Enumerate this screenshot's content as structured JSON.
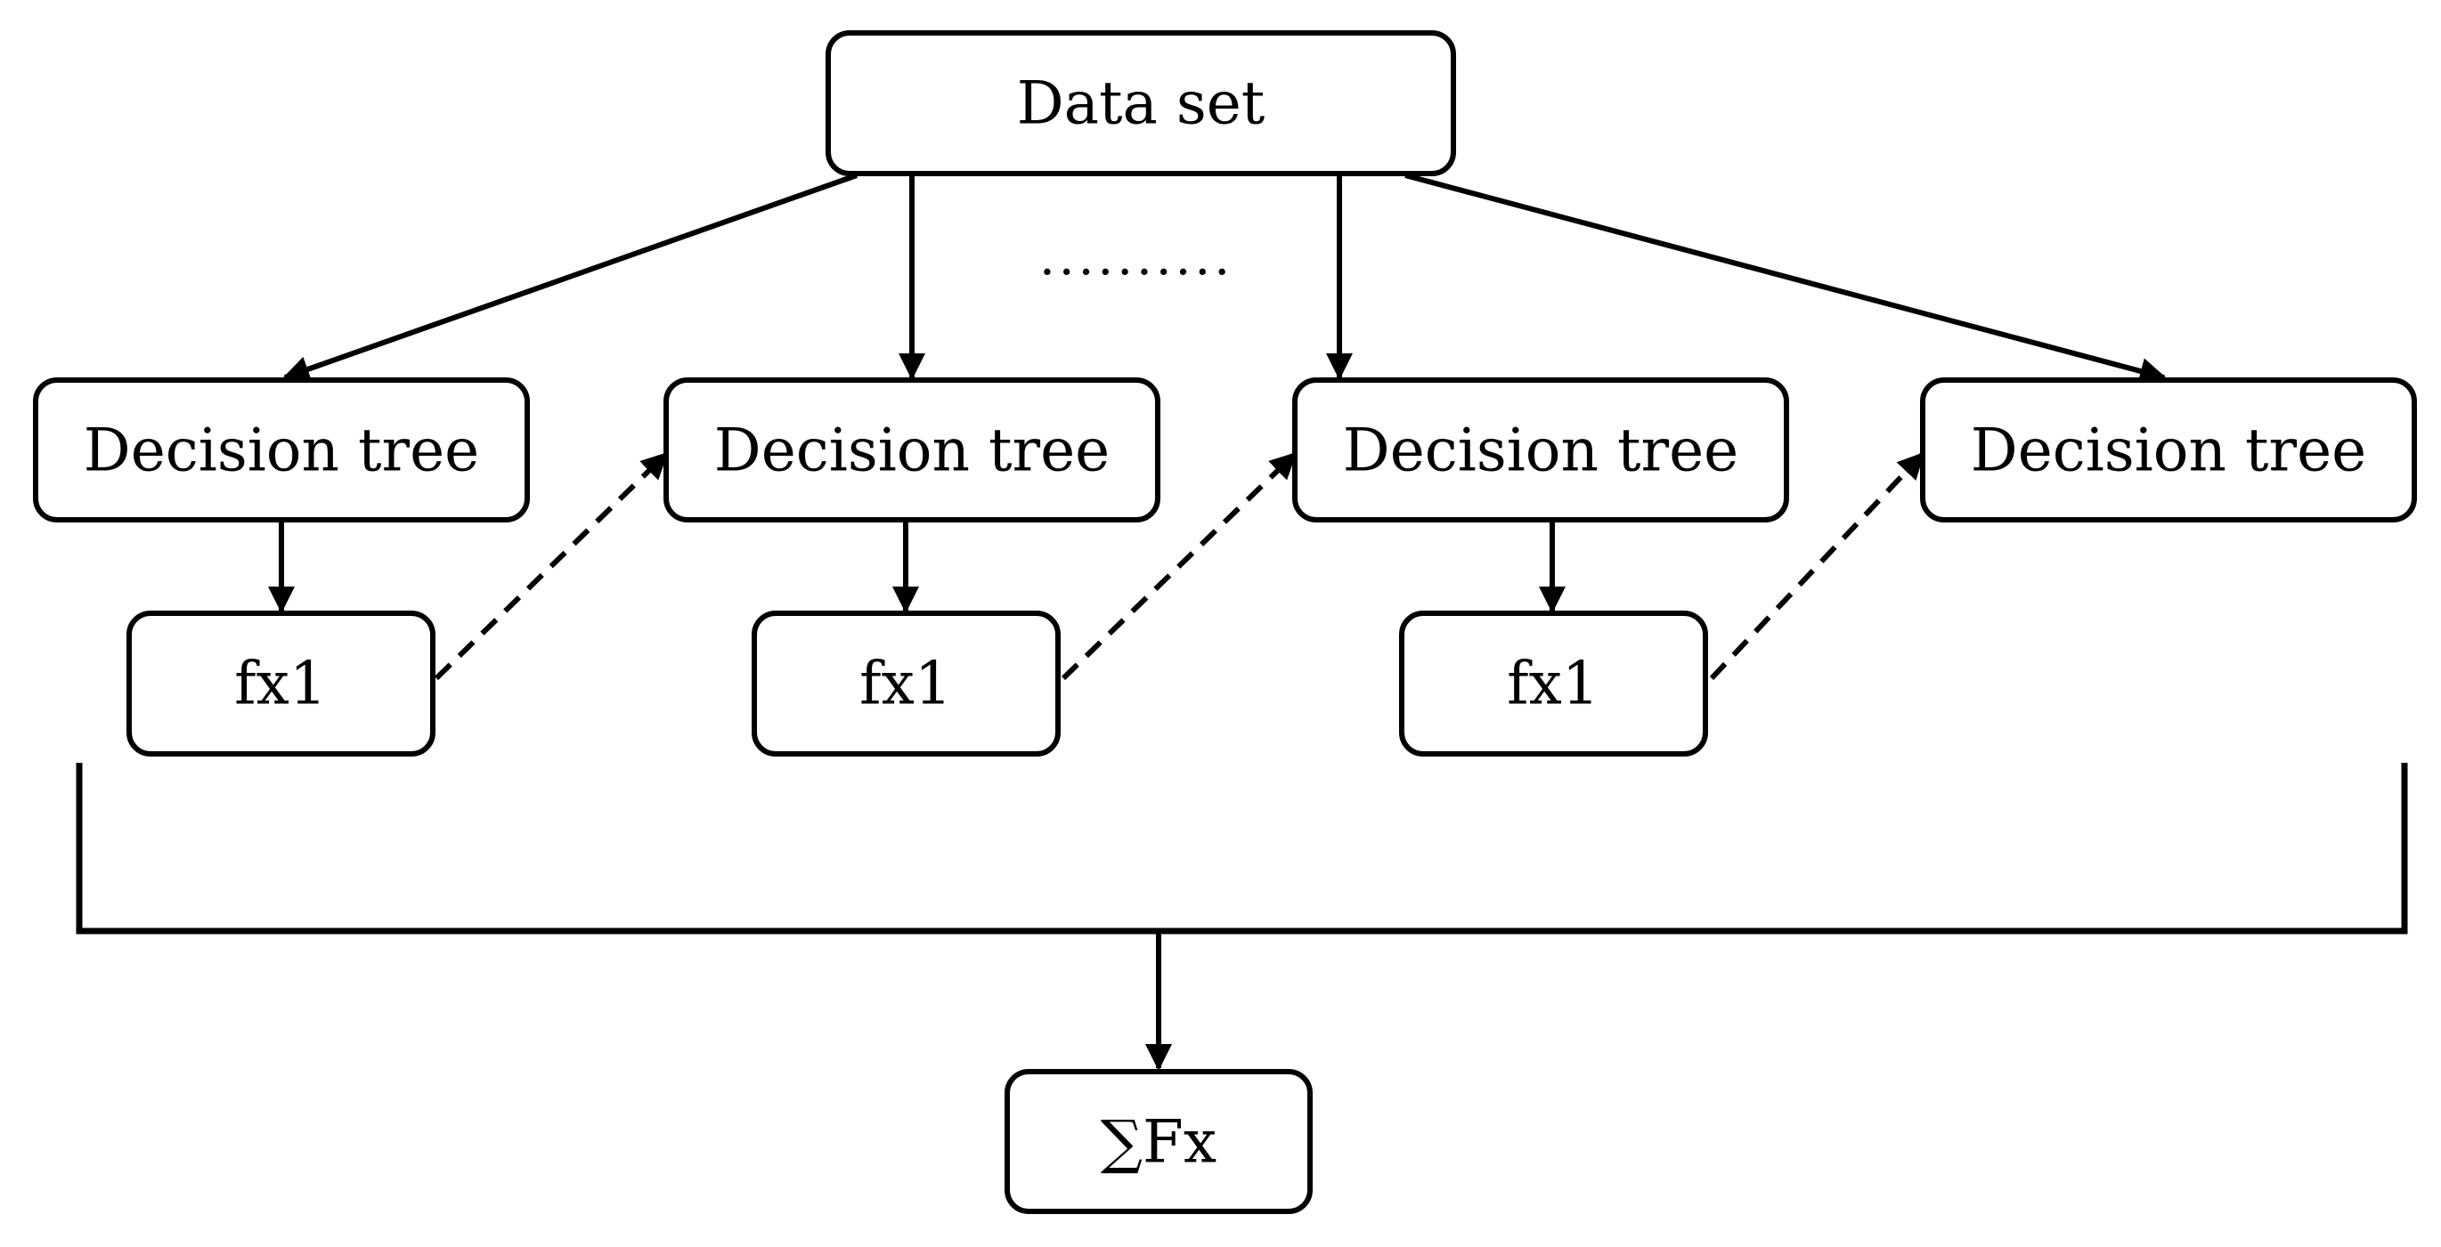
{
  "diagram": {
    "root": {
      "label": "Data set"
    },
    "ellipsis": "..........",
    "trees": [
      {
        "label": "Decision tree"
      },
      {
        "label": "Decision tree"
      },
      {
        "label": "Decision tree"
      },
      {
        "label": "Decision tree"
      }
    ],
    "outputs": [
      {
        "label": "fx1"
      },
      {
        "label": "fx1"
      },
      {
        "label": "fx1"
      }
    ],
    "sum": {
      "label": "∑Fx"
    },
    "colors": {
      "stroke": "#000000",
      "fill": "#ffffff"
    }
  }
}
